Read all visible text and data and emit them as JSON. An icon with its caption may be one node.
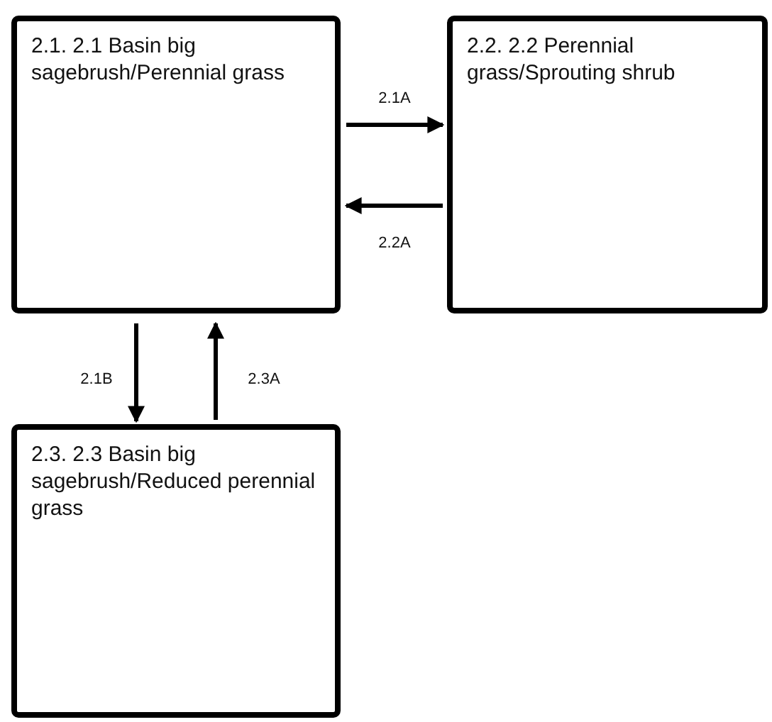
{
  "diagram": {
    "nodes": [
      {
        "text": [
          "2.1. 2.1 Basin big sagebrush/Perennial grass"
        ]
      },
      {
        "text": [
          "2.2. 2.2 Perennial grass/Sprouting shrub"
        ]
      },
      {
        "text": [
          "2.3. 2.3 Basin big sagebrush/Reduced perennial grass"
        ]
      }
    ],
    "edges": [
      {
        "from": 0,
        "to": 1,
        "arrow": "to",
        "label": "2.1A"
      },
      {
        "from": 1,
        "to": 0,
        "arrow": "to",
        "label": "2.2A"
      },
      {
        "from": 0,
        "to": 2,
        "arrow": "to",
        "label": "2.1B"
      },
      {
        "from": 2,
        "to": 0,
        "arrow": "to",
        "label": "2.3A"
      }
    ]
  }
}
